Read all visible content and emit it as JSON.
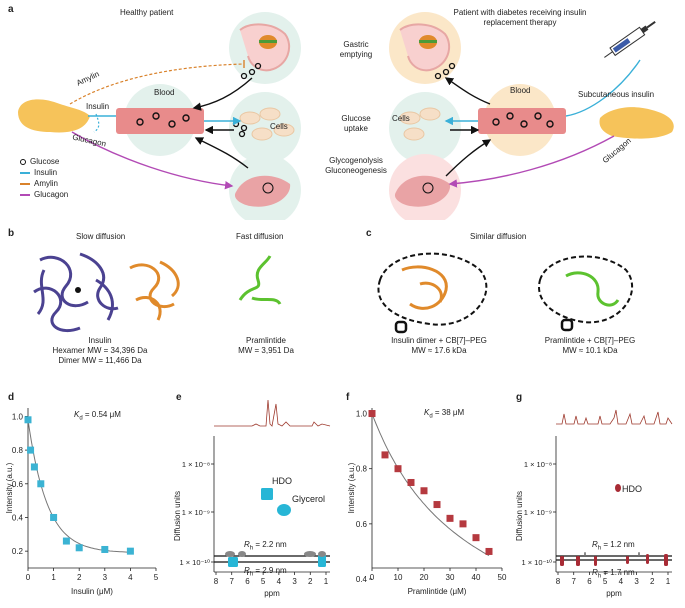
{
  "panel_a": {
    "letter": "a",
    "left_title": "Healthy patient",
    "right_title_line1": "Patient with diabetes receiving insulin",
    "right_title_line2": "replacement therapy",
    "blood_label": "Blood",
    "cells_label": "Cells",
    "amylin_label": "Amylin",
    "insulin_label": "Insulin",
    "glucagon_label": "Glucagon",
    "subq_label": "Subcutaneous insulin",
    "mid_gastric": "Gastric",
    "mid_emptying": "emptying",
    "mid_glucose": "Glucose",
    "mid_uptake": "uptake",
    "mid_glycogenolysis": "Glycogenolysis",
    "mid_gluconeogenesis": "Gluconeogenesis",
    "legend": [
      {
        "label": "Glucose",
        "color": "#111111",
        "kind": "ring"
      },
      {
        "label": "Insulin",
        "color": "#3ab0d8",
        "kind": "line"
      },
      {
        "label": "Amylin",
        "color": "#d9822b",
        "kind": "line"
      },
      {
        "label": "Glucagon",
        "color": "#b24ab5",
        "kind": "line"
      }
    ]
  },
  "panel_b": {
    "letter": "b",
    "slow": "Slow diffusion",
    "fast": "Fast diffusion",
    "insulin_name": "Insulin",
    "hexamer": "Hexamer MW = 34,396 Da",
    "dimer": "Dimer MW = 11,466 Da",
    "pram_name": "Pramlintide",
    "pram_mw": "MW = 3,951 Da"
  },
  "panel_c": {
    "letter": "c",
    "title": "Similar diffusion",
    "left_line1": "Insulin dimer + CB[7]–PEG",
    "left_line2": "MW ≈ 17.6 kDa",
    "right_line1": "Pramlintide + CB[7]–PEG",
    "right_line2": "MW ≈ 10.1 kDa"
  },
  "panel_d": {
    "letter": "d",
    "kd_label": "K",
    "kd_sub": "d",
    "kd_value": " = 0.54 μM",
    "chart_data": {
      "type": "scatter",
      "xlabel": "Insulin (μM)",
      "ylabel": "Intensity (a.u.)",
      "xlim": [
        0,
        5
      ],
      "ylim": [
        0.1,
        1.05
      ],
      "xticks": [
        "0",
        "1",
        "2",
        "3",
        "4",
        "5"
      ],
      "yticks": [
        "0.2",
        "0.4",
        "0.6",
        "0.8",
        "1.0"
      ],
      "color": "#3bb3d3",
      "points": [
        [
          0.0,
          0.98
        ],
        [
          0.1,
          0.8
        ],
        [
          0.25,
          0.7
        ],
        [
          0.5,
          0.6
        ],
        [
          1.0,
          0.4
        ],
        [
          1.5,
          0.26
        ],
        [
          2.0,
          0.22
        ],
        [
          3.0,
          0.21
        ],
        [
          4.0,
          0.2
        ]
      ]
    }
  },
  "panel_e": {
    "letter": "e",
    "hdo": "HDO",
    "glycerol": "Glycerol",
    "rh1": "R",
    "rh1_sub": "h",
    "rh1_val": " = 2.2 nm",
    "rh2_val": " = 2.9 nm",
    "chart_data": {
      "type": "scatter",
      "xlabel": "ppm",
      "ylabel": "Diffusion units",
      "xticks": [
        "8",
        "7",
        "6",
        "5",
        "4",
        "3",
        "2",
        "1"
      ],
      "yticks": [
        "1 × 10⁻⁸",
        "1 × 10⁻⁹",
        "1 × 10⁻¹⁰"
      ],
      "log_y": true,
      "color": "#27b6d6"
    }
  },
  "panel_f": {
    "letter": "f",
    "kd_label": "K",
    "kd_sub": "d",
    "kd_value": " = 38 μM",
    "chart_data": {
      "type": "scatter",
      "xlabel": "Pramlintide (μM)",
      "ylabel": "Intensity (a.u.)",
      "xlim": [
        0,
        50
      ],
      "ylim": [
        0.44,
        1.02
      ],
      "xticks": [
        "0",
        "10",
        "20",
        "30",
        "40",
        "50"
      ],
      "yticks": [
        "0.4",
        "0.6",
        "0.8",
        "1.0"
      ],
      "color": "#b5393f",
      "points": [
        [
          0,
          1.0
        ],
        [
          5,
          0.85
        ],
        [
          10,
          0.8
        ],
        [
          15,
          0.75
        ],
        [
          20,
          0.72
        ],
        [
          25,
          0.67
        ],
        [
          30,
          0.62
        ],
        [
          35,
          0.6
        ],
        [
          40,
          0.55
        ],
        [
          45,
          0.5
        ]
      ]
    }
  },
  "panel_g": {
    "letter": "g",
    "hdo": "HDO",
    "rh1": "R",
    "rh1_sub": "h",
    "rh1_val": " = 1.2 nm",
    "rh2_val": " = 1.7 nm",
    "chart_data": {
      "type": "scatter",
      "xlabel": "ppm",
      "ylabel": "Diffusion units",
      "xticks": [
        "8",
        "7",
        "6",
        "5",
        "4",
        "3",
        "2",
        "1"
      ],
      "yticks": [
        "1 × 10⁻⁸",
        "1 × 10⁻⁹",
        "1 × 10⁻¹⁰"
      ],
      "log_y": true,
      "color": "#a82b35"
    }
  }
}
